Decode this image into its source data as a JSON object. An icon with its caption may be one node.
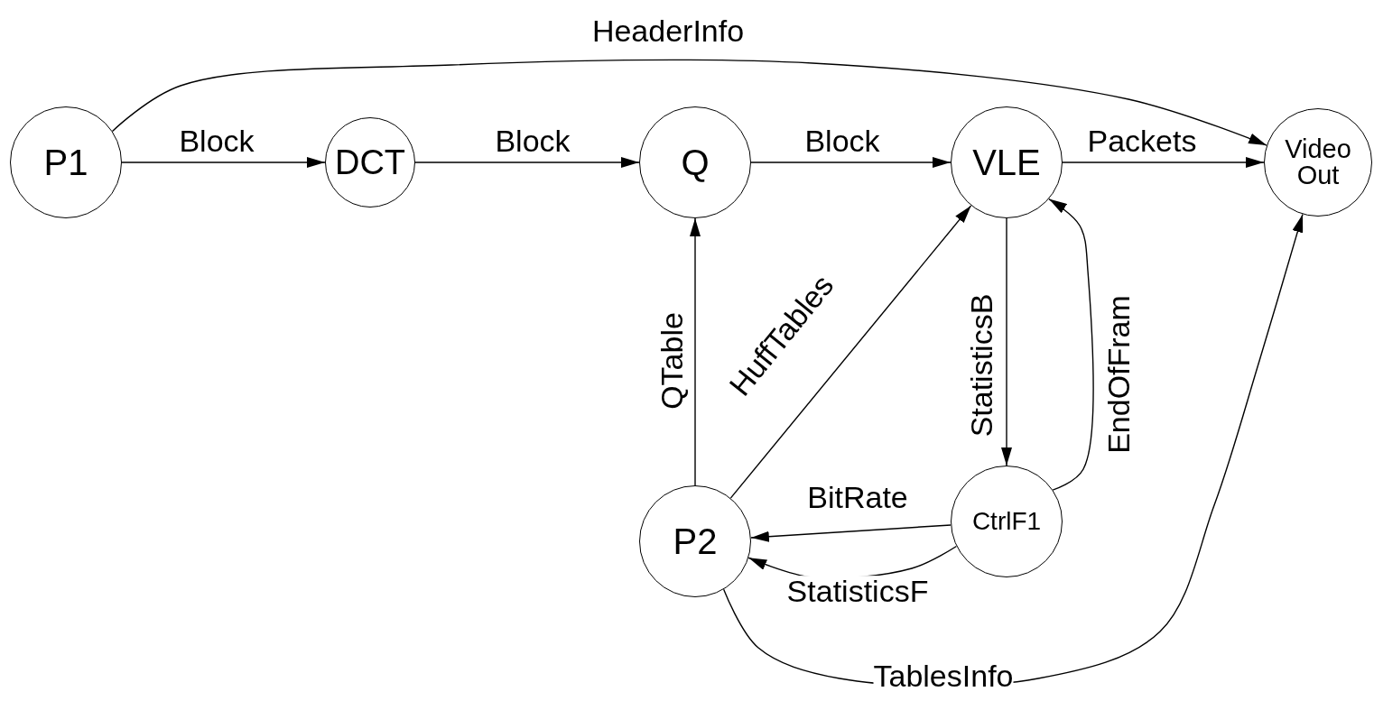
{
  "diagram": {
    "nodes": [
      {
        "text": [
          "P1"
        ]
      },
      {
        "text": [
          "DCT"
        ]
      },
      {
        "text": [
          "Q"
        ]
      },
      {
        "text": [
          "VLE"
        ]
      },
      {
        "text": [
          "Video Out"
        ]
      },
      {
        "text": [
          "P2"
        ]
      },
      {
        "text": [
          "CtrlF1"
        ]
      }
    ],
    "edges": [
      {
        "from": 0,
        "to": 4,
        "arrow": "to",
        "label": "HeaderInfo"
      },
      {
        "from": 0,
        "to": 1,
        "arrow": "to",
        "label": "Block"
      },
      {
        "from": 1,
        "to": 2,
        "arrow": "to",
        "label": "Block"
      },
      {
        "from": 2,
        "to": 3,
        "arrow": "to",
        "label": "Block"
      },
      {
        "from": 3,
        "to": 4,
        "arrow": "to",
        "label": "Packets"
      },
      {
        "from": 5,
        "to": 2,
        "arrow": "to",
        "label": "QTable"
      },
      {
        "from": 5,
        "to": 3,
        "arrow": "to",
        "label": "HuffTables"
      },
      {
        "from": 3,
        "to": 6,
        "arrow": "to",
        "label": "StatisticsB"
      },
      {
        "from": 6,
        "to": 3,
        "arrow": "to",
        "label": "EndOfFram"
      },
      {
        "from": 6,
        "to": 5,
        "arrow": "to",
        "label": "BitRate"
      },
      {
        "from": 6,
        "to": 5,
        "arrow": "to",
        "label": "StatisticsF"
      },
      {
        "from": 5,
        "to": 4,
        "arrow": "to",
        "label": "TablesInfo"
      }
    ]
  }
}
